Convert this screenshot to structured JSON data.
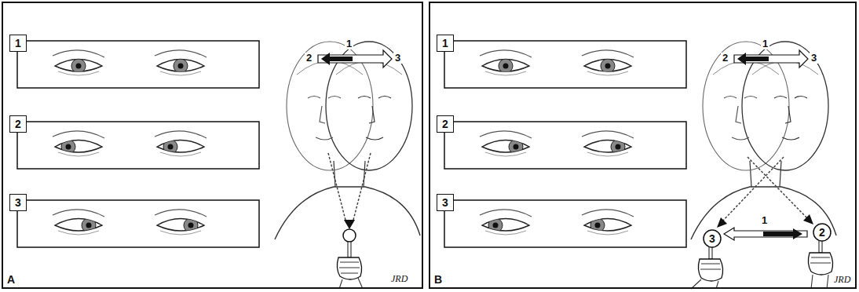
{
  "diagram": {
    "nodes": [
      {
        "text": [
          "A"
        ]
      },
      {
        "text": [
          "1"
        ],
        "in": 0
      },
      {
        "text": [
          "2"
        ],
        "in": 0
      },
      {
        "text": [
          "3"
        ],
        "in": 0
      },
      {
        "text": [
          "B"
        ]
      },
      {
        "text": [
          "1"
        ],
        "in": 4
      },
      {
        "text": [
          "2"
        ],
        "in": 4
      },
      {
        "text": [
          "3"
        ],
        "in": 4
      },
      {
        "text": [
          "3"
        ],
        "in": 4
      },
      {
        "text": [
          "2"
        ],
        "in": 4
      }
    ],
    "labels": [
      "2",
      "1",
      "3",
      "2",
      "1",
      "3",
      "1",
      "JRD",
      "JRD"
    ]
  }
}
